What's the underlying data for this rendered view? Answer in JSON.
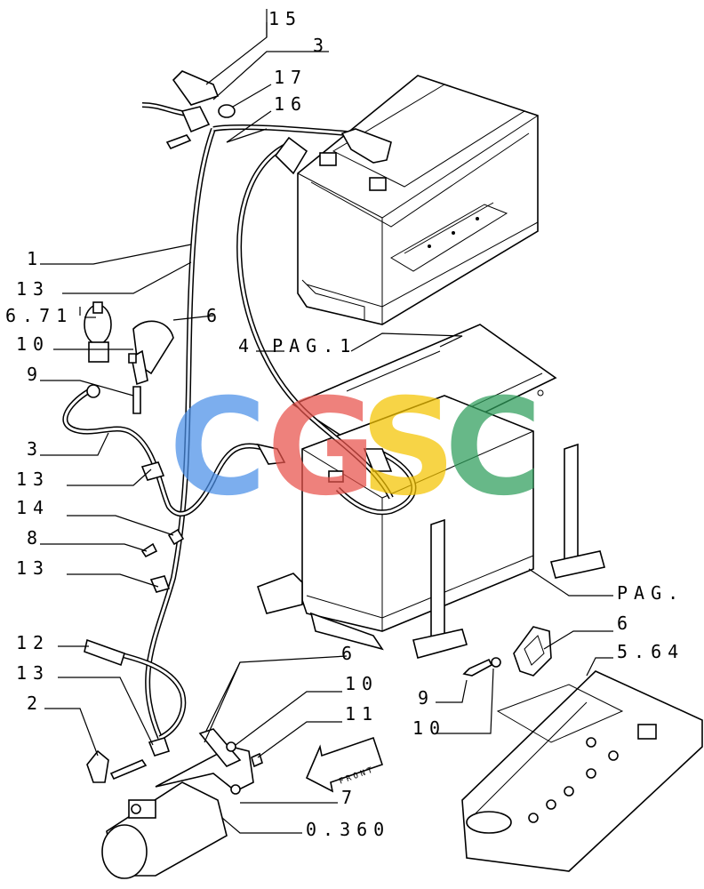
{
  "labels": {
    "l15": "15",
    "l3a": "3",
    "l17": "17",
    "l16": "16",
    "l1": "1",
    "l13a": "13",
    "l671": "6.71",
    "l6a": "6",
    "l10a": "10",
    "l4pag": "4 PAG.1",
    "l9a": "9",
    "l3b": "3",
    "l13b": "13",
    "l14": "14",
    "l8": "8",
    "l13c": "13",
    "l12": "12",
    "l13d": "13",
    "l2": "2",
    "l6b": "6",
    "l10b": "10",
    "l11": "11",
    "l7": "7",
    "l0360": "0.360",
    "lpag": "PAG.",
    "l6c": "6",
    "l564": "5.64",
    "l9b": "9",
    "l10c": "10",
    "front": "FRONT"
  },
  "watermark": {
    "letters": [
      "C",
      "G",
      "S",
      "C"
    ],
    "colors": [
      "#4a8fe8",
      "#e8524a",
      "#f5c400",
      "#2e9e5b"
    ]
  }
}
